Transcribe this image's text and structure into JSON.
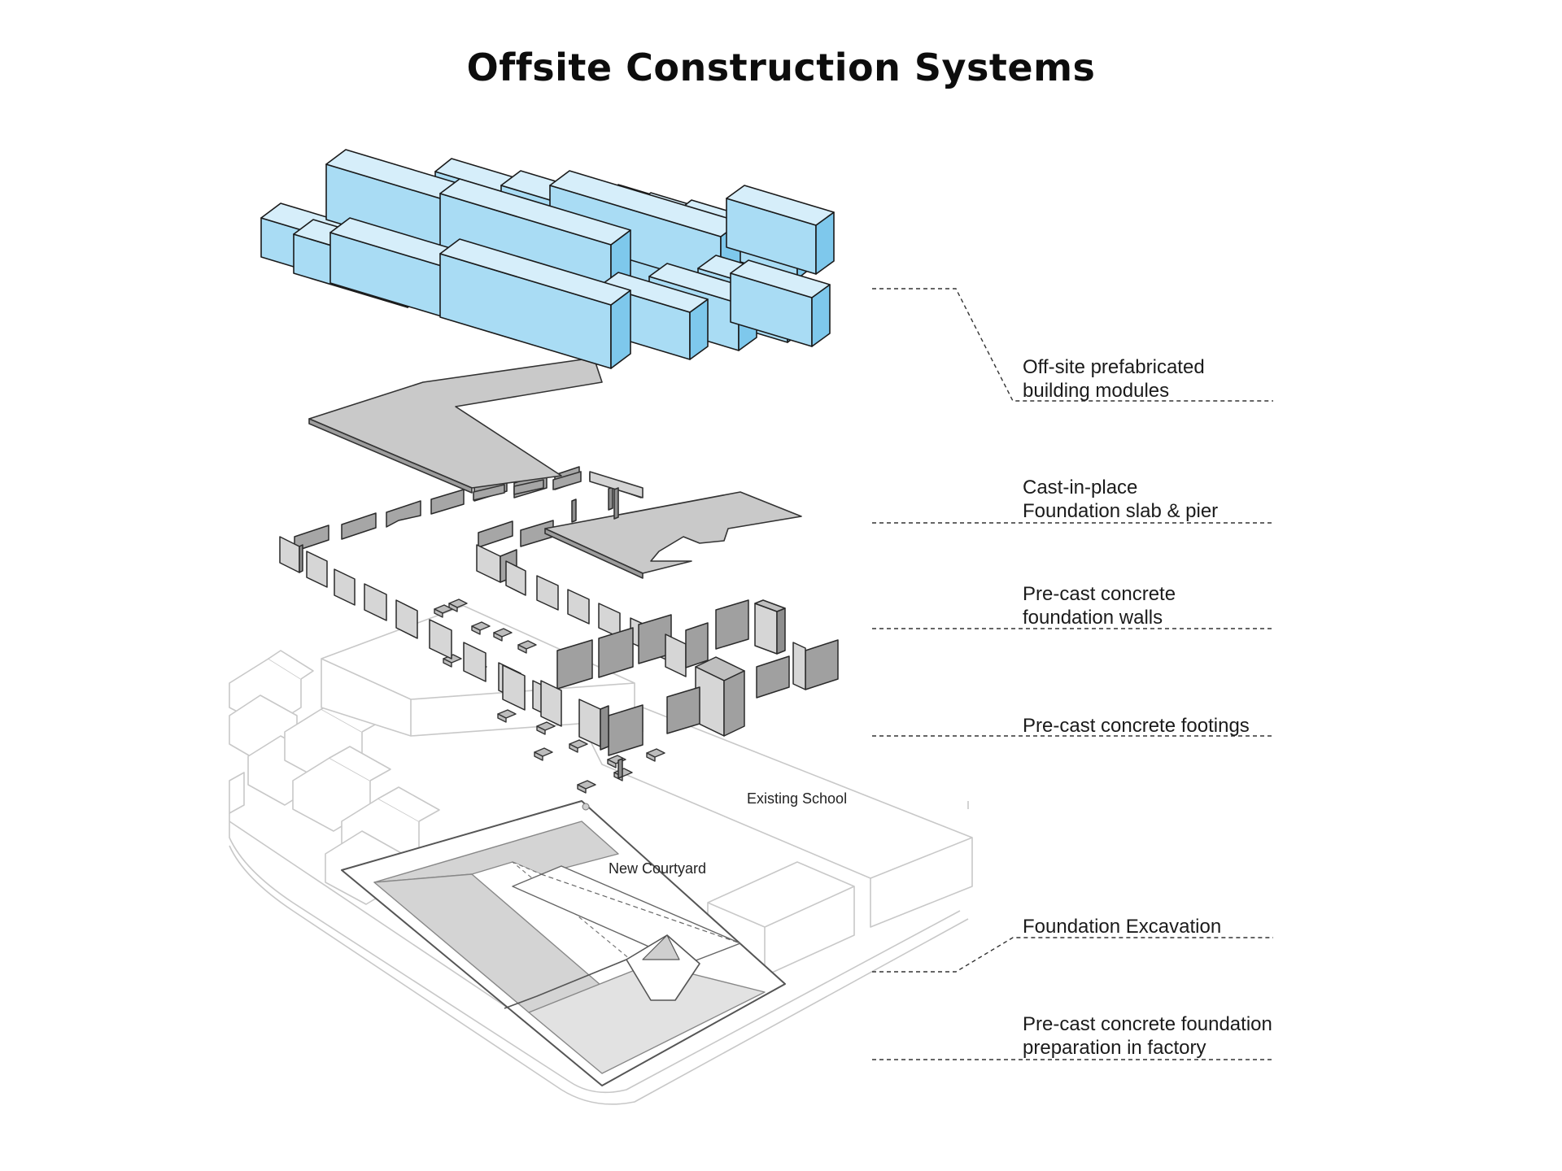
{
  "title": "Offsite Construction Systems",
  "layers": [
    {
      "line1": "Off-site prefabricated",
      "line2": "building modules"
    },
    {
      "line1": "Cast-in-place",
      "line2": "Foundation slab & pier"
    },
    {
      "line1": "Pre-cast concrete",
      "line2": "foundation walls"
    },
    {
      "line1": "Pre-cast concrete footings",
      "line2": ""
    },
    {
      "line1": "Foundation Excavation",
      "line2": ""
    },
    {
      "line1": "Pre-cast concrete foundation",
      "line2": "preparation in factory"
    }
  ],
  "site_labels": {
    "existing_school": "Existing School",
    "new_courtyard": "New Courtyard"
  },
  "colors": {
    "module_top": "#d6eefa",
    "module_front": "#a9dcf4",
    "module_side": "#7ec8ec",
    "module_outline": "#1a1a1a",
    "slab": "#c9c9c9",
    "wall_dark": "#a2a2a2",
    "wall_light": "#d9d9d9",
    "context_line": "#c4c4c4",
    "excavation_fill": "#d2d2d2",
    "leader_line": "#333333"
  }
}
